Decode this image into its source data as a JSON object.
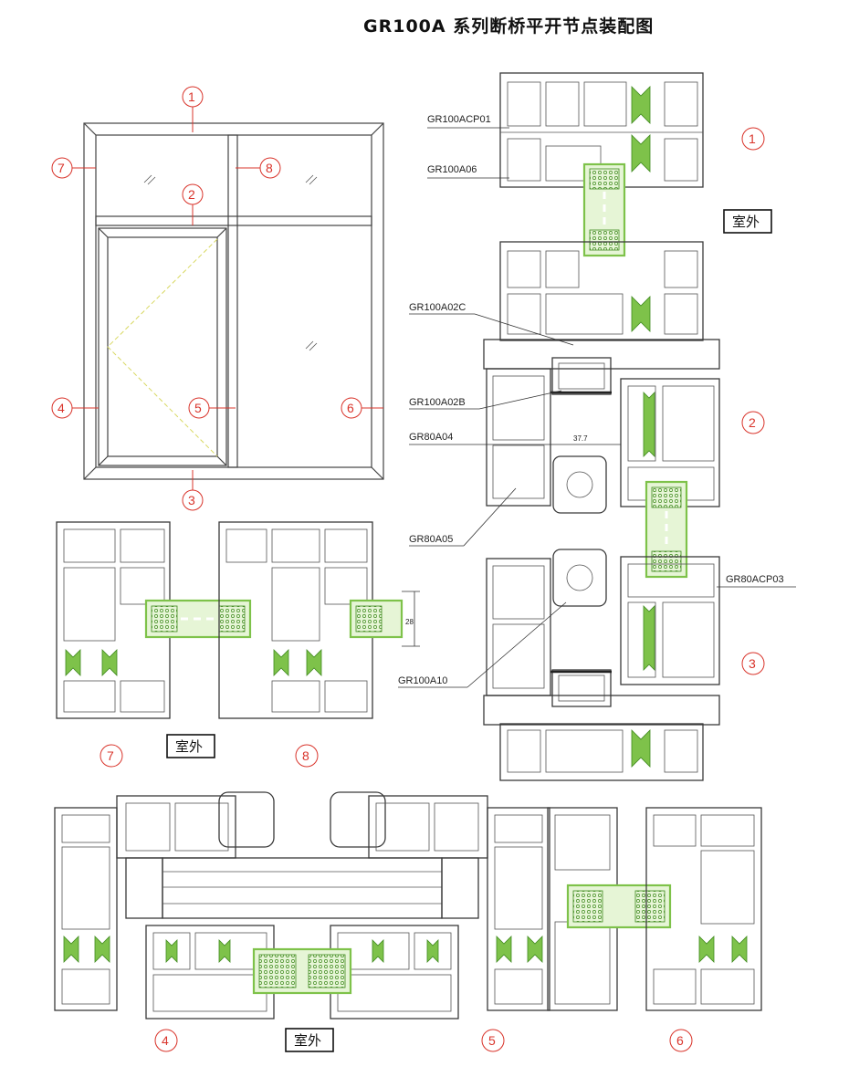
{
  "title": "GR100A 系列断桥平开节点装配图",
  "outdoor_label": "室外",
  "node_numbers": [
    "1",
    "2",
    "3",
    "4",
    "5",
    "6",
    "7",
    "8"
  ],
  "part_labels": {
    "p1": "GR100ACP01",
    "p2": "GR100A06",
    "p3": "GR100A02C",
    "p4": "GR100A02B",
    "p5": "GR80A04",
    "p6": "GR80A05",
    "p7": "GR80ACP03",
    "p8": "GR100A10"
  },
  "dimensions": {
    "gap": "37.7",
    "glass": "28"
  },
  "colors": {
    "accent": "#d9342b",
    "gasket": "#7ec24a",
    "line": "#3a3a3a"
  }
}
